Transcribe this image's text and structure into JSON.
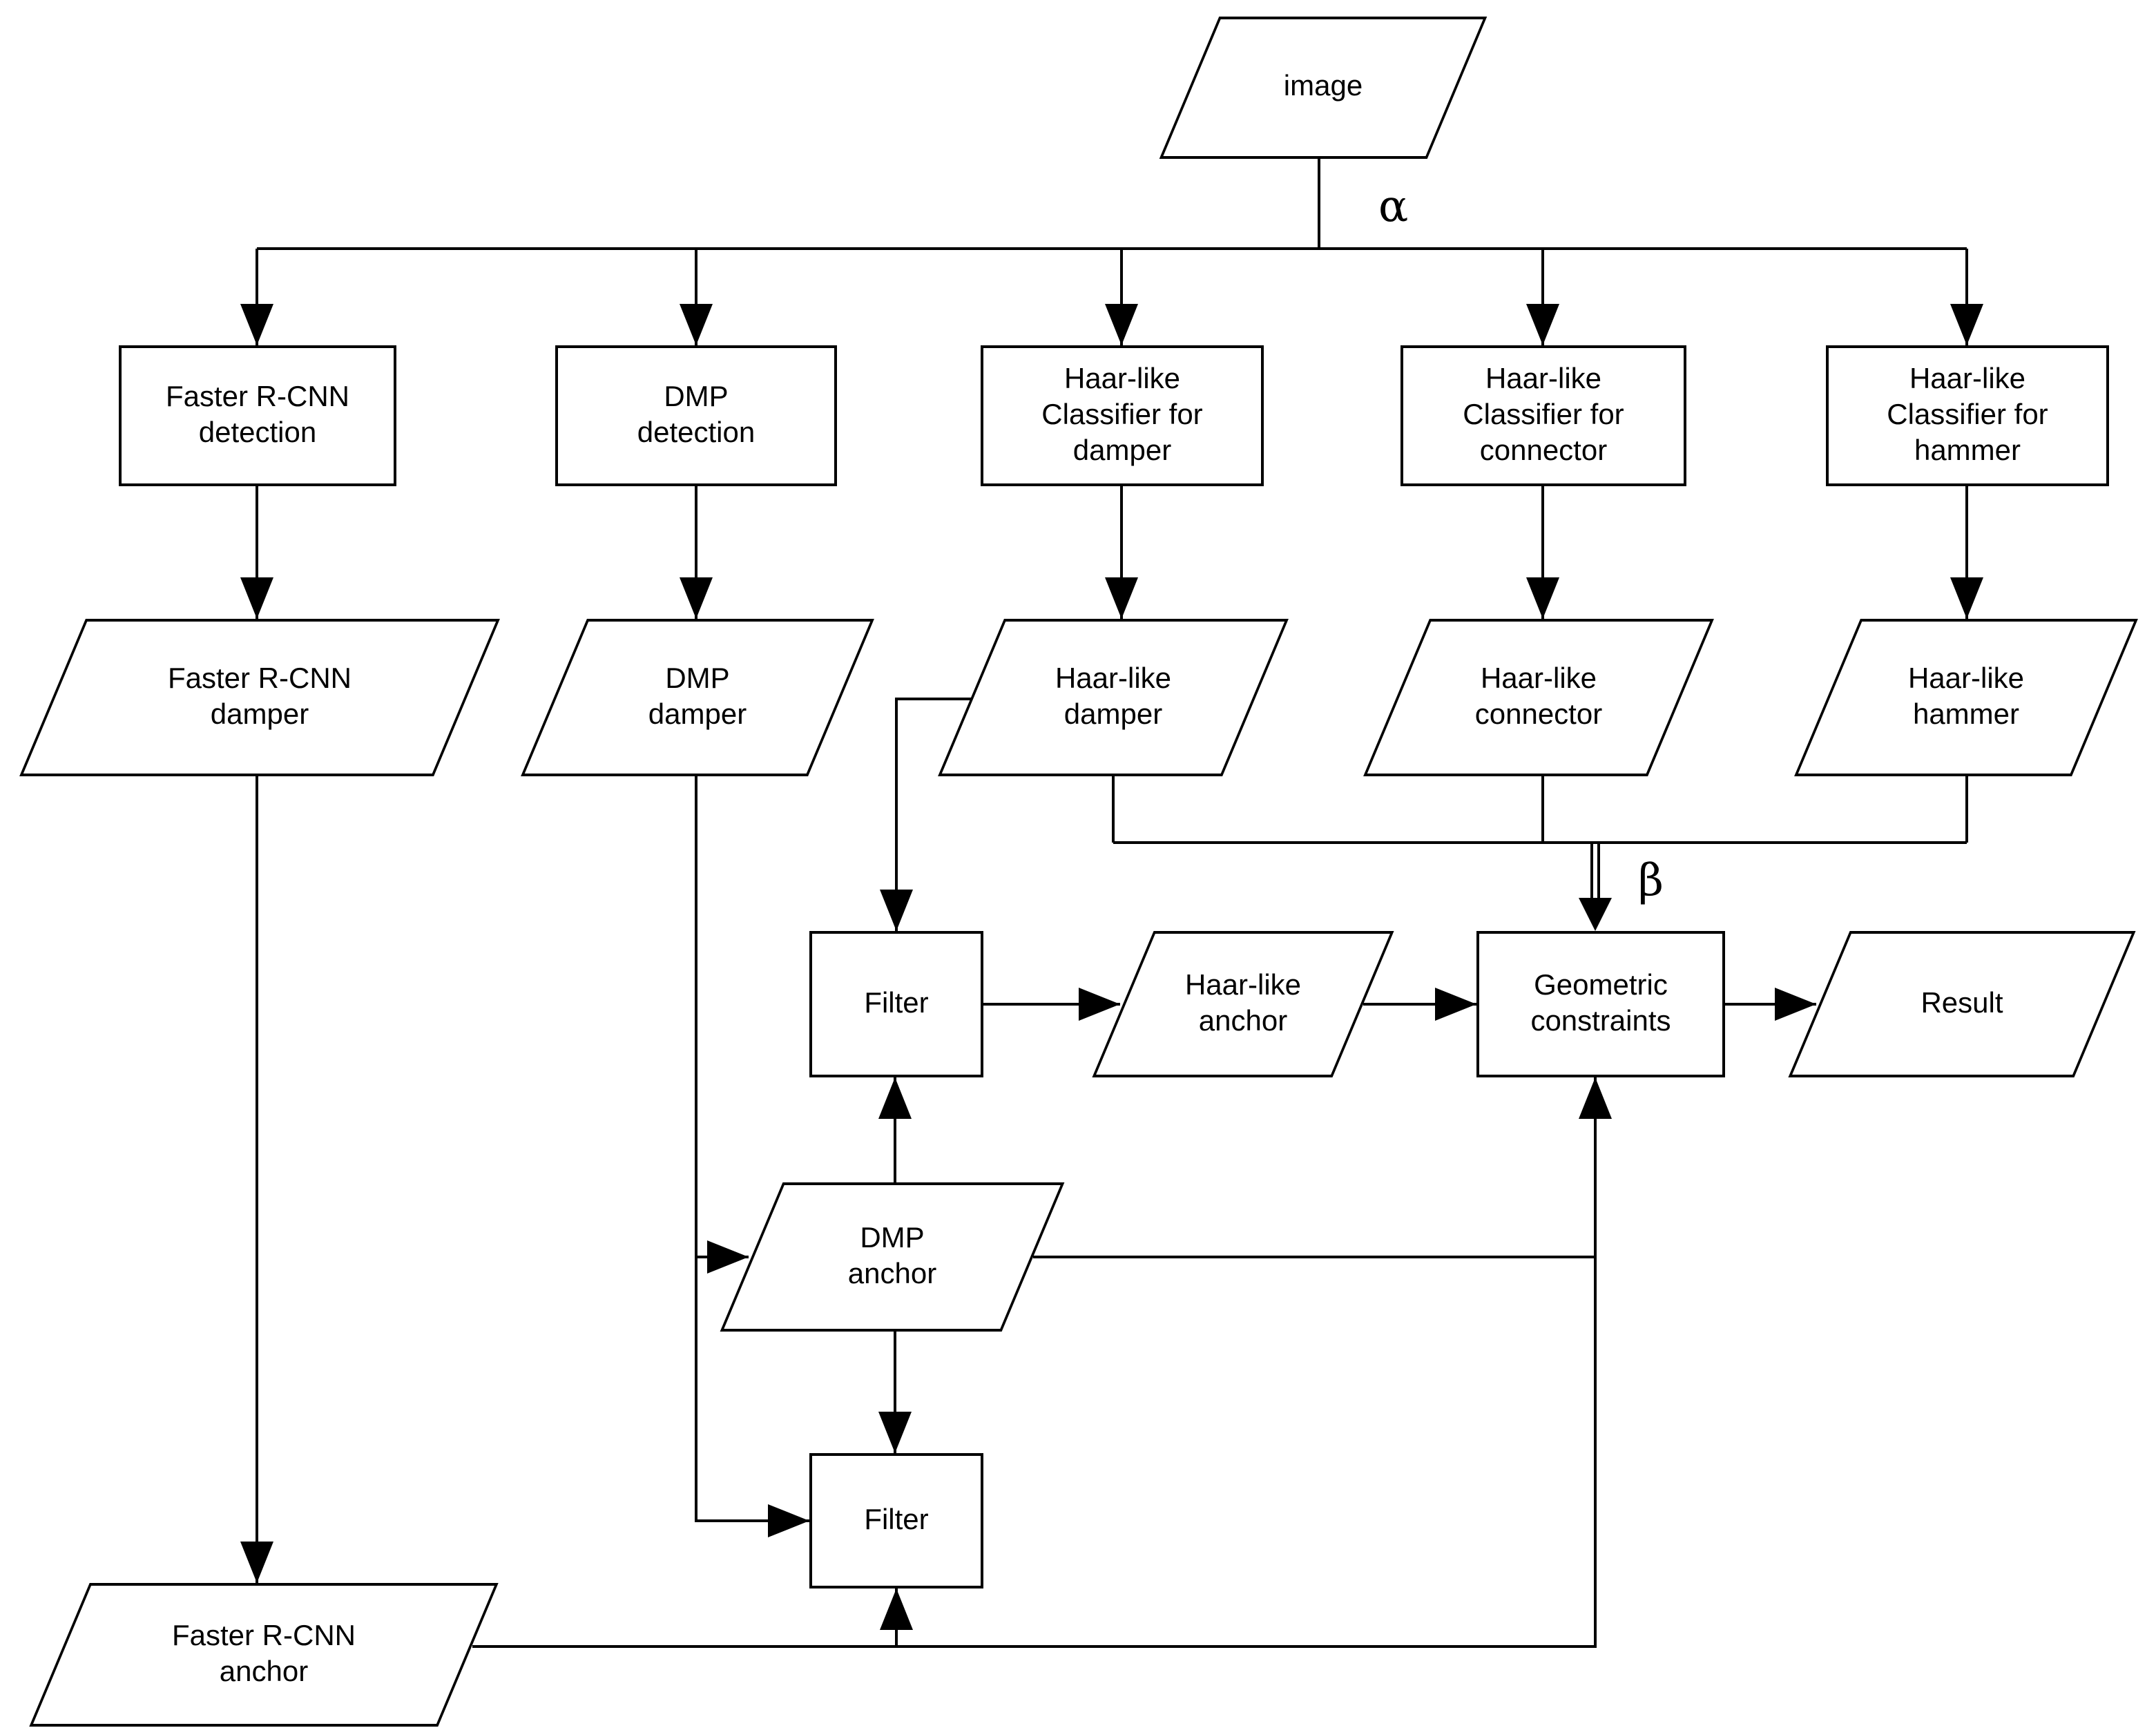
{
  "figure": {
    "type": "flowchart",
    "background_color": "#ffffff",
    "line_color": "#000000",
    "text_color": "#000000"
  },
  "nodes": {
    "image": "image",
    "faster_rcnn_detection": "Faster R-CNN\ndetection",
    "dmp_detection": "DMP\ndetection",
    "haar_classifier_damper": "Haar-like\nClassifier for\ndamper",
    "haar_classifier_connector": "Haar-like\nClassifier for\nconnector",
    "haar_classifier_hammer": "Haar-like\nClassifier for\nhammer",
    "faster_rcnn_damper": "Faster R-CNN\ndamper",
    "dmp_damper": "DMP\ndamper",
    "haar_damper": "Haar-like\ndamper",
    "haar_connector": "Haar-like\nconnector",
    "haar_hammer": "Haar-like\nhammer",
    "filter_top": "Filter",
    "haar_anchor": "Haar-like\nanchor",
    "geometric_constraints": "Geometric\nconstraints",
    "result": "Result",
    "dmp_anchor": "DMP\nanchor",
    "filter_bottom": "Filter",
    "faster_rcnn_anchor": "Faster R-CNN\nanchor"
  },
  "edge_labels": {
    "alpha": "α",
    "beta": "β"
  },
  "edges": [
    {
      "from": "image",
      "to": "faster_rcnn_detection",
      "label": "α"
    },
    {
      "from": "image",
      "to": "dmp_detection",
      "label": "α"
    },
    {
      "from": "image",
      "to": "haar_classifier_damper",
      "label": "α"
    },
    {
      "from": "image",
      "to": "haar_classifier_connector",
      "label": "α"
    },
    {
      "from": "image",
      "to": "haar_classifier_hammer",
      "label": "α"
    },
    {
      "from": "faster_rcnn_detection",
      "to": "faster_rcnn_damper"
    },
    {
      "from": "dmp_detection",
      "to": "dmp_damper"
    },
    {
      "from": "haar_classifier_damper",
      "to": "haar_damper"
    },
    {
      "from": "haar_classifier_connector",
      "to": "haar_connector"
    },
    {
      "from": "haar_classifier_hammer",
      "to": "haar_hammer"
    },
    {
      "from": "faster_rcnn_damper",
      "to": "faster_rcnn_anchor"
    },
    {
      "from": "dmp_damper",
      "to": "dmp_anchor"
    },
    {
      "from": "dmp_damper",
      "to": "filter_bottom"
    },
    {
      "from": "haar_damper",
      "to": "filter_top"
    },
    {
      "from": "haar_damper",
      "to": "geometric_constraints",
      "label": "β"
    },
    {
      "from": "haar_connector",
      "to": "geometric_constraints",
      "label": "β"
    },
    {
      "from": "haar_hammer",
      "to": "geometric_constraints",
      "label": "β"
    },
    {
      "from": "filter_top",
      "to": "haar_anchor"
    },
    {
      "from": "haar_anchor",
      "to": "geometric_constraints"
    },
    {
      "from": "geometric_constraints",
      "to": "result"
    },
    {
      "from": "dmp_anchor",
      "to": "filter_top"
    },
    {
      "from": "dmp_anchor",
      "to": "filter_bottom"
    },
    {
      "from": "dmp_anchor",
      "to": "geometric_constraints"
    },
    {
      "from": "faster_rcnn_anchor",
      "to": "filter_bottom"
    },
    {
      "from": "faster_rcnn_anchor",
      "to": "geometric_constraints"
    }
  ]
}
